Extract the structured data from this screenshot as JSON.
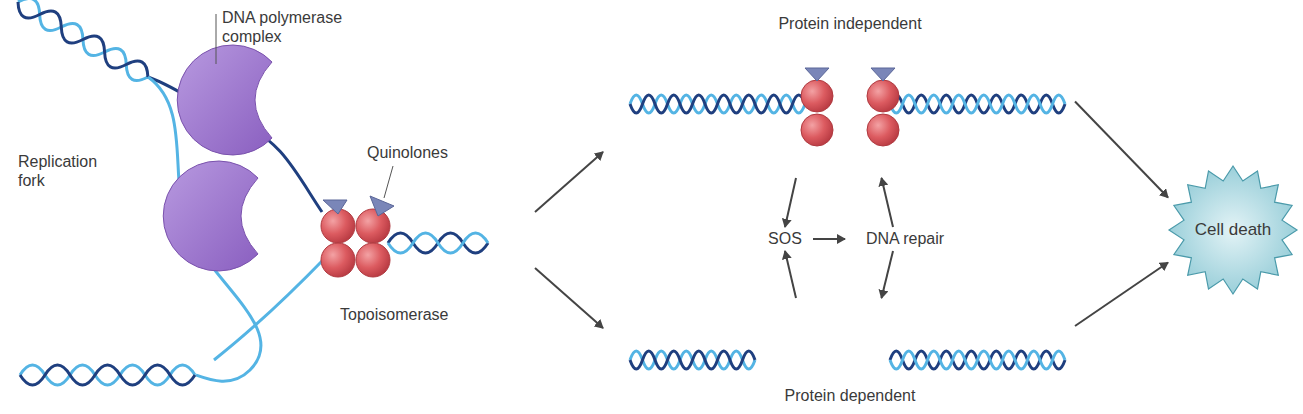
{
  "diagram": {
    "nodes": [
      {
        "text": [
          "Protein independent"
        ]
      },
      {
        "text": [
          "SOS"
        ]
      },
      {
        "text": [
          "DNA repair"
        ]
      },
      {
        "text": [
          "Protein dependent"
        ]
      },
      {
        "text": [
          "Cell death"
        ]
      }
    ],
    "edges": [
      {
        "from": 0,
        "to": 4,
        "arrow": "to"
      },
      {
        "from": 3,
        "to": 4,
        "arrow": "to"
      },
      {
        "from": 0,
        "to": 1,
        "arrow": "to"
      },
      {
        "from": 3,
        "to": 1,
        "arrow": "to"
      },
      {
        "from": 1,
        "to": 2,
        "arrow": "to"
      },
      {
        "from": 2,
        "to": 0,
        "arrow": "to"
      },
      {
        "from": 2,
        "to": 3,
        "arrow": "to"
      }
    ],
    "labels": [
      "DNA polymerase complex",
      "Replication fork",
      "Quinolones",
      "Topoisomerase"
    ]
  }
}
